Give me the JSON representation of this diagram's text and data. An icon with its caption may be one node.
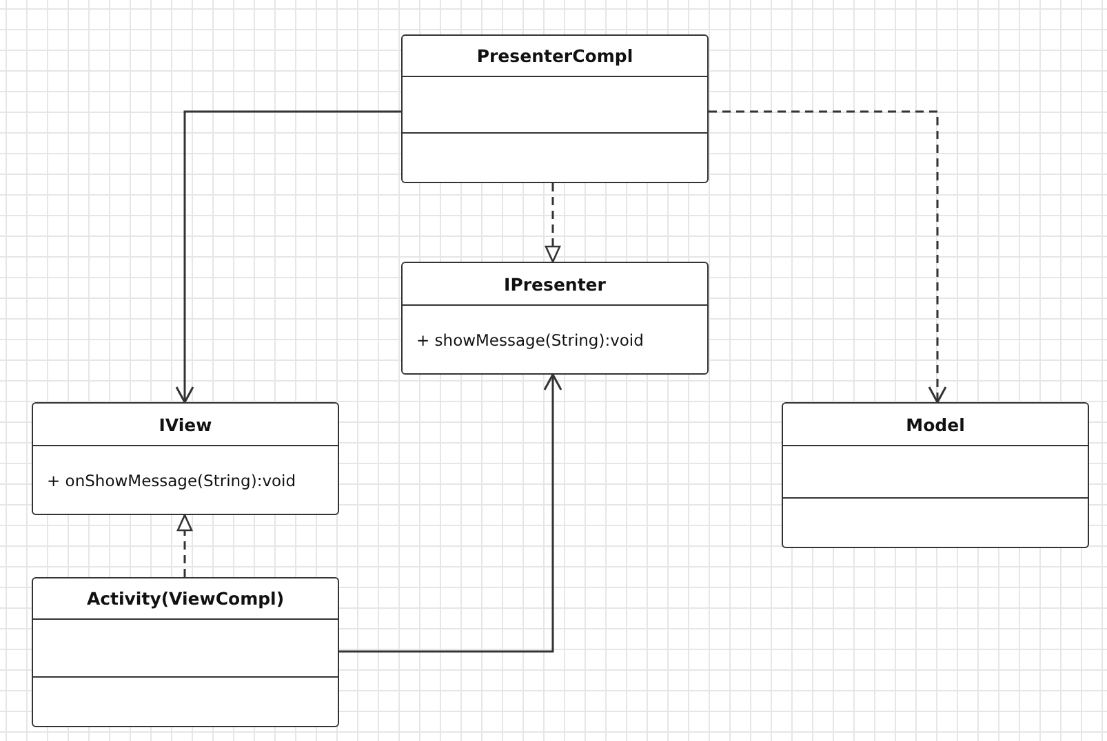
{
  "diagram": {
    "nodes": [
      {
        "text": [
          "PresenterCompl"
        ]
      },
      {
        "text": [
          "IPresenter",
          "+ showMessage(String):void"
        ]
      },
      {
        "text": [
          "IView",
          "+ onShowMessage(String):void"
        ]
      },
      {
        "text": [
          "Model"
        ]
      },
      {
        "text": [
          "Activity(ViewCompl)"
        ]
      }
    ],
    "edges": [
      {
        "from": 0,
        "to": 2,
        "arrow": "to"
      },
      {
        "from": 0,
        "to": 1,
        "arrow": "to",
        "style": "dashed"
      },
      {
        "from": 0,
        "to": 3,
        "arrow": "to",
        "style": "dashed"
      },
      {
        "from": 4,
        "to": 2,
        "arrow": "to",
        "style": "dashed"
      },
      {
        "from": 4,
        "to": 1,
        "arrow": "to"
      }
    ]
  }
}
